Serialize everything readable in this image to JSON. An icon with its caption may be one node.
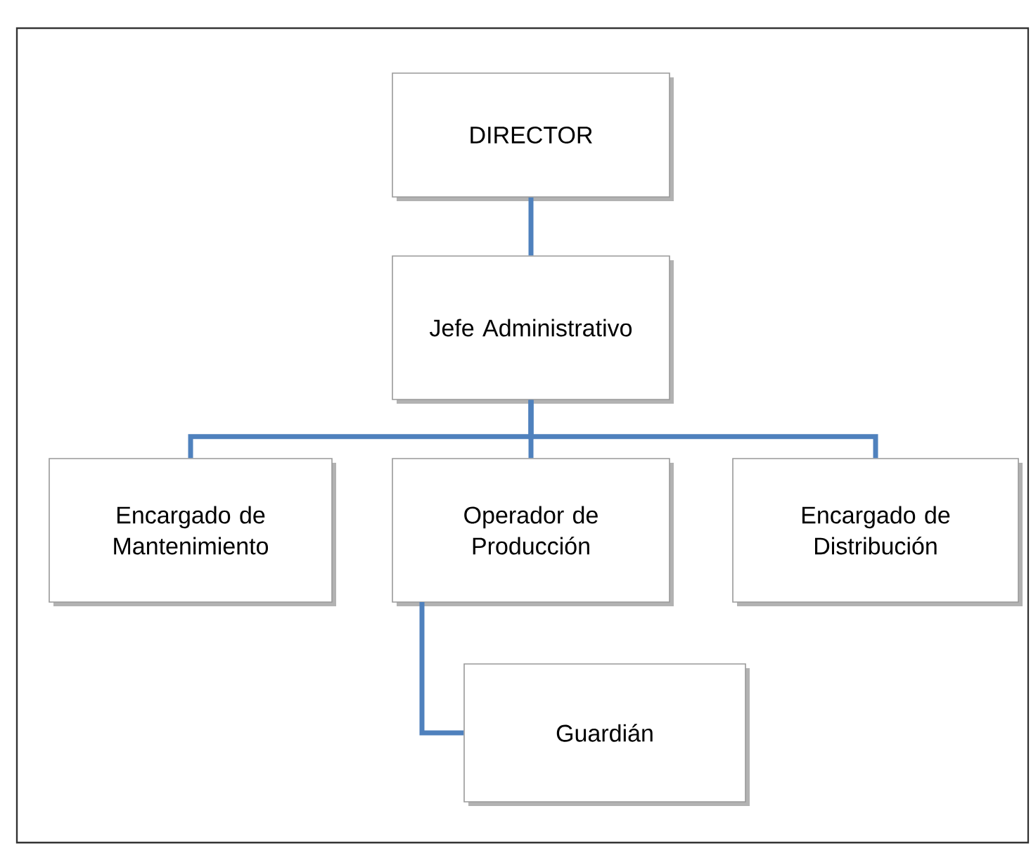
{
  "diagram": {
    "nodes": [
      {
        "text": [
          "DIRECTOR"
        ]
      },
      {
        "text": [
          "Jefe Administrativo"
        ]
      },
      {
        "text": [
          "Encargado de Mantenimiento"
        ]
      },
      {
        "text": [
          "Operador de Producción"
        ]
      },
      {
        "text": [
          "Encargado de Distribución"
        ]
      },
      {
        "text": [
          "Guardián"
        ]
      }
    ],
    "edges": [
      {
        "from": 0,
        "to": 1,
        "arrow": "none"
      },
      {
        "from": 1,
        "to": 2,
        "arrow": "none"
      },
      {
        "from": 1,
        "to": 3,
        "arrow": "none"
      },
      {
        "from": 1,
        "to": 4,
        "arrow": "none"
      },
      {
        "from": 3,
        "to": 5,
        "arrow": "none"
      }
    ]
  }
}
